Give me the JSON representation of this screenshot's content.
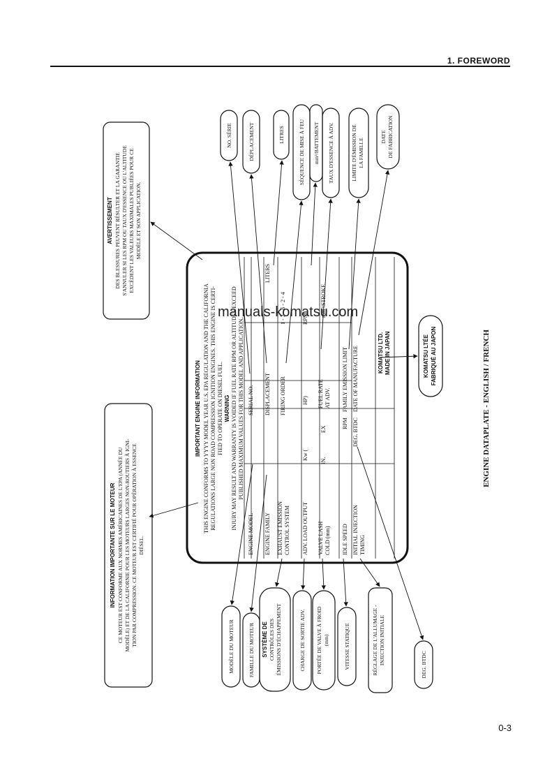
{
  "header": {
    "title": "1. FOREWORD"
  },
  "watermark": "manuals-komatsu.com",
  "page_number": "0-3",
  "caption": "ENGINE DATAPLATE - ENGLISH / FRENCH",
  "plate": {
    "title": "IMPORTANT ENGINE INFORMATION",
    "line1": "THIS ENGINE CONFORMS TO YYYY MODEL YEAR U.S. EPA REGULATION AND THE CALIFORNIA",
    "line2": "REGULATIONS LARGE NON ROAD COMPRESSION IGNITION ENGINES. THIS ENGINE IS CERTI-",
    "line3": "FIED TO OPERATE ON DIESEL FUEL.",
    "warning_title": "WARNING",
    "warn1": "INJURY MAY RESULT AND WARRANTY IS VOIDED IF FUEL RATE RPM OR ALTITUDES EXCEED",
    "warn2": "PUBLISHED MAXIMUM VALUES FOR THIS MODEL AND APPLICATION.",
    "r1_label": "ENGINE MODEL",
    "r1_mid": "SERIAL NO.",
    "r2_label": "ENGINE FAMILY",
    "r2_mid": "DISPLACEMENT",
    "r2_right": "LITERS",
    "r3_label1": "EXHAUST EMISSION",
    "r3_label2": "CONTROL SYSTEM",
    "r3_mid": "FIRING ORDER",
    "r3_right": "1 - 3 - 6 - 2 - 4",
    "r4_label": "ADV. LOAD OUTPUT",
    "r4_kw": "Kw (",
    "r4_hp": "HP)",
    "r4_rpm": "RPM",
    "r5_label1": "VALVE LASH",
    "r5_label2": "COLD (mm)",
    "r5_in": "IN.",
    "r5_ex": "EX",
    "r5_fuel1": "FUEL RATE",
    "r5_fuel2": "AT ADV.",
    "r5_unit": "mm³/STROKE",
    "r6_label": "IDLE SPEED",
    "r6_rpm": "RPM",
    "r6_mid": "FAMILY EMISSION LIMIT",
    "r7_label1": "INITIAL INJECTION",
    "r7_label2": "TIMING",
    "r7_deg": "DEG. BTDC",
    "r7_mid": "DATE OF MANUFACTURE",
    "r8_brand1": "KOMATSU LTD.",
    "r8_brand2": "MADE IN JAPAN"
  },
  "callouts_top": {
    "avert_title": "AVERTISSEMENT",
    "avert1": "DES BLESSURES PEUVENT RÉSULTER ET LA GARANTIE",
    "avert2": "S'ANNULER SI LES RPM OU TAUX D'ESSENCE OU L'ALTITUDE",
    "avert3": "EXCÈDENT LES VALEURS MAXIMALES PUBLIÉES POUR CE",
    "avert4": "MODÈLE ET SON APPLICATION.",
    "no_serie": "NO. SÉRIE",
    "deplacement": "DÉPLACEMENT",
    "litres": "LITRES",
    "sequence": "SÉQUENCE DE MISE À FEU",
    "course": "mm³/BATTEMENT",
    "taux": "TAUX D'ESSENCE À ADV.",
    "limite1": "LIMITE D'ÉMISSION DE",
    "limite2": "LA FAMILLE",
    "date1": "DATE",
    "date2": "DE FABRICATION",
    "komatsu1": "KOMATSU LTÉE",
    "komatsu2": "FABRIQUÉ AU JAPON"
  },
  "callouts_bottom": {
    "info_title": "INFORMATION IMPORTANTE SUR LE MOTEUR",
    "info1": "CE MOTEUR EST CONFORME AUX NORMES AMÉRICAINES DE L'EPA (ANNÉE DU",
    "info2": "MODÈLE) ET DE LA CALIFORNIE POUR LES MOTEURS LARGES NON-ROUTIERS À IGNI-",
    "info3": "TION PAR COMPRESSION.  CE MOTEUR EST CERTIFIÉ POUR OPÉRATION À ESSENCE",
    "info4": "DIÉSEL.",
    "modele": "MODÈLE DU MOTEUR",
    "famille": "FAMILLE DU MOTEUR",
    "systeme1": "SYSTÈME DE",
    "systeme2": "CONTRÔLES DES",
    "systeme3": "ÉMISSIONS D'ÉCHAPPEMENT",
    "charge": "CHARGE DE SORTIE ADV.",
    "portee1": "PORTÉE DE VALVE À FROID",
    "portee2": "(mm)",
    "vitesse": "VITESSE STATIQUE",
    "reglage1": "RÉGLAGE DE L'ALLUMAGE -",
    "reglage2": "INJECTION INITIALE",
    "deg": "DEG. BTDC"
  },
  "colors": {
    "ink": "#111111",
    "paper": "#ffffff"
  }
}
